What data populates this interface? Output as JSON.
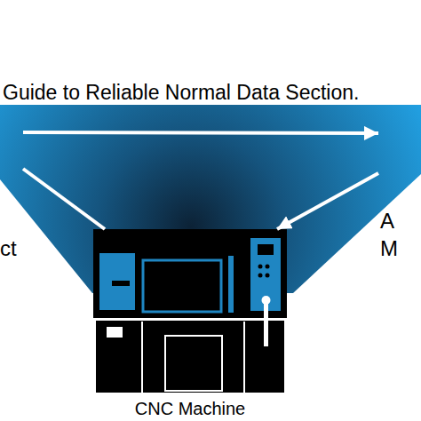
{
  "diagram": {
    "nodes": [
      {
        "text": [
          "ct"
        ]
      },
      {
        "text": [
          "A M"
        ]
      },
      {
        "text": [
          "CNC Machine"
        ]
      }
    ],
    "edges": [
      {
        "from": 0,
        "to": 1,
        "arrow": "to",
        "label": "Guide to Reliable Normal Data Section."
      },
      {
        "from": 1,
        "to": 2,
        "arrow": "to"
      },
      {
        "from": 2,
        "to": 0,
        "arrow": "none"
      }
    ]
  }
}
